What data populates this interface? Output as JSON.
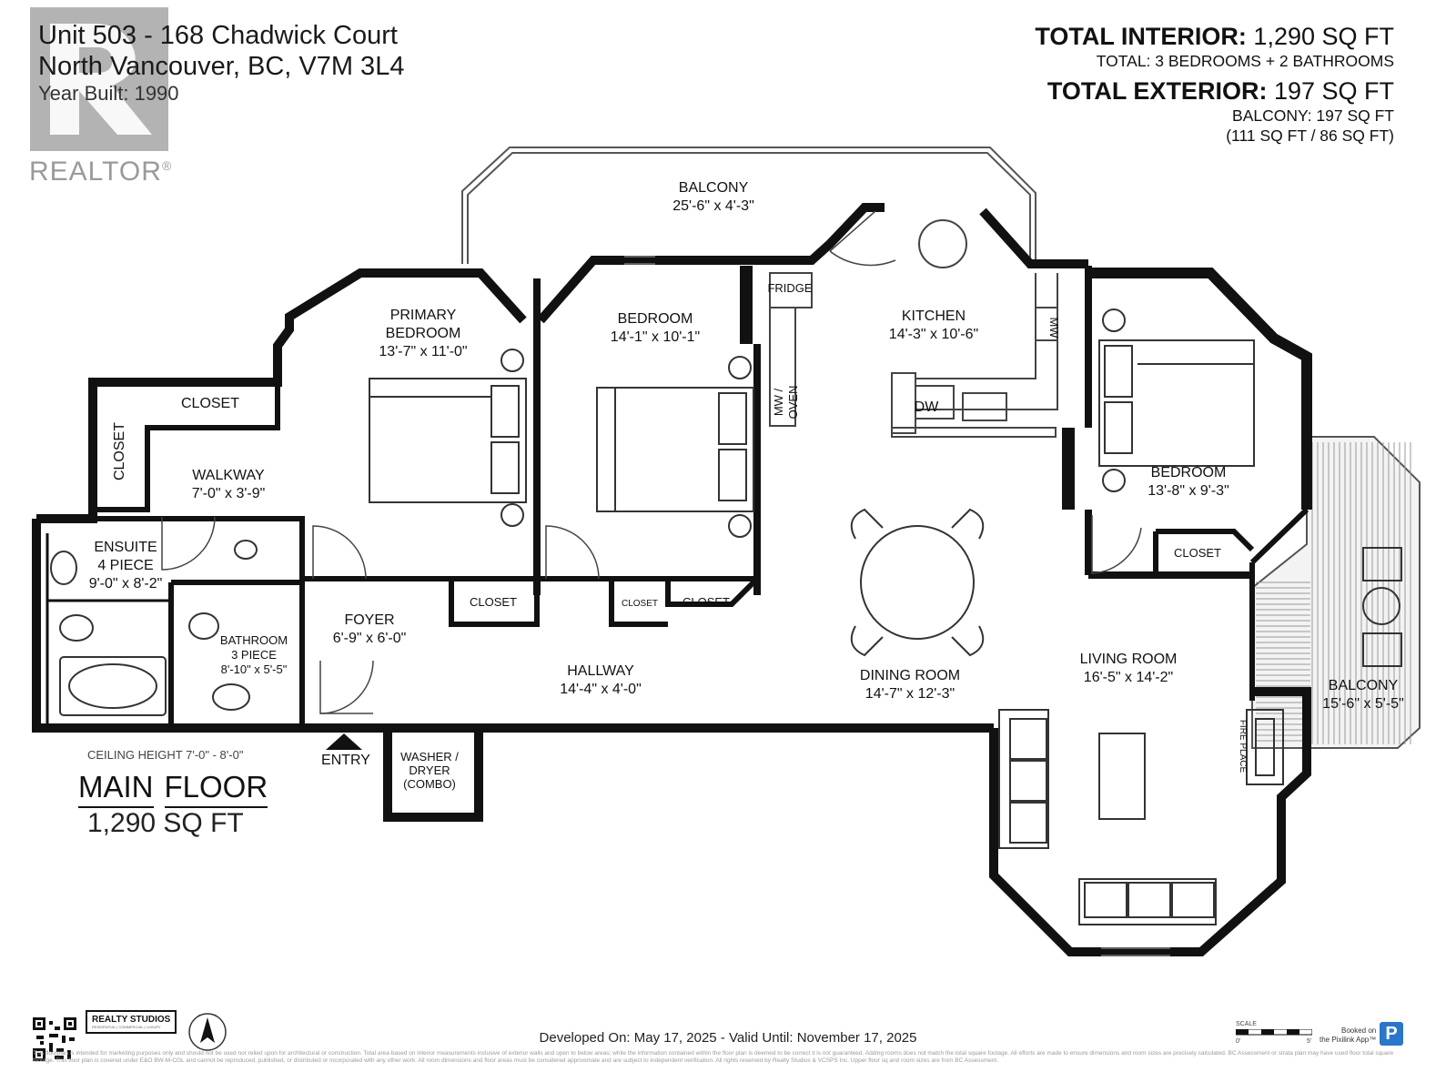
{
  "header": {
    "address_line1": "Unit 503 - 168 Chadwick Court",
    "address_line2": "North Vancouver, BC, V7M 3L4",
    "year_built": "Year Built: 1990",
    "total_interior_label": "TOTAL INTERIOR:",
    "total_interior_value": "1,290 SQ FT",
    "total_rooms": "TOTAL: 3 BEDROOMS  + 2 BATHROOMS",
    "total_exterior_label": "TOTAL EXTERIOR:",
    "total_exterior_value": "197 SQ FT",
    "balcony_total": "BALCONY: 197 SQ FT",
    "balcony_split": "(111 SQ FT / 86 SQ FT)"
  },
  "brand": {
    "realtor": "REALTOR",
    "registered": "®"
  },
  "rooms": {
    "balcony_top": {
      "name": "BALCONY",
      "dims": "25'-6\" x 4'-3\""
    },
    "primary_bedroom": {
      "name1": "PRIMARY",
      "name2": "BEDROOM",
      "dims": "13'-7\" x 11'-0\""
    },
    "bedroom_mid": {
      "name": "BEDROOM",
      "dims": "14'-1\" x 10'-1\""
    },
    "kitchen": {
      "name": "KITCHEN",
      "dims": "14'-3\" x 10'-6\""
    },
    "bedroom_right": {
      "name": "BEDROOM",
      "dims": "13'-8\" x 9'-3\""
    },
    "closet_top": "CLOSET",
    "closet_side": "CLOSET",
    "walkway": {
      "name": "WALKWAY",
      "dims": "7'-0\" x 3'-9\""
    },
    "ensuite": {
      "name1": "ENSUITE",
      "name2": "4 PIECE",
      "dims": "9'-0\" x 8'-2\""
    },
    "bathroom": {
      "name1": "BATHROOM",
      "name2": "3 PIECE",
      "dims": "8'-10\" x 5'-5\""
    },
    "foyer": {
      "name": "FOYER",
      "dims": "6'-9\" x 6'-0\""
    },
    "hallway": {
      "name": "HALLWAY",
      "dims": "14'-4\" x 4'-0\""
    },
    "dining": {
      "name": "DINING ROOM",
      "dims": "14'-7\" x 12'-3\""
    },
    "living": {
      "name": "LIVING ROOM",
      "dims": "16'-5\" x 14'-2\""
    },
    "balcony_right": {
      "name": "BALCONY",
      "dims": "15'-6\" x 5'-5\""
    },
    "closet_hall": "CLOSET",
    "closet_small": "CLOSET",
    "closet_mid": "CLOSET",
    "closet_bedroom_right": "CLOSET",
    "washer_dryer": {
      "line1": "WASHER /",
      "line2": "DRYER",
      "line3": "(COMBO)"
    },
    "entry": "ENTRY",
    "fridge": "FRIDGE",
    "mw_oven": {
      "line1": "MW /",
      "line2": "OVEN"
    },
    "dw": "DW",
    "mw": "MW",
    "fireplace": "FIRE PLACE"
  },
  "floor": {
    "ceiling": "CEILING HEIGHT 7'-0\" - 8'-0\"",
    "main": "MAIN",
    "floor_word": "FLOOR",
    "sqft": "1,290 SQ FT"
  },
  "footer": {
    "developed": "Developed On: May 17, 2025 - Valid Until: November 17, 2025",
    "disclaimer": "This floorplan is intended for marketing purposes only and should not be used nor relied upon for architectural or construction. Total area based on interior measurements inclusive of exterior walls and open to below areas; while the information contained within the floor plan is deemed to be correct it is not guaranteed. Adding rooms does not match the total square footage. All efforts are made to ensure dimensions and room sizes are precisely calculated. BC Assessment or strata plan may have used floor total square footage. This floor plan is covered under E&O BW-M-CGL and cannot be reproduced, published, or distributed or incorporated with any other work. All room dimensions and floor areas must be considered approximate and are subject to independent verification. All rights reserved by Realty Studios & VCSPS Inc. Upper floor sq and room sizes are from BC Assessment.",
    "realty_studios": "REALTY STUDIOS",
    "realty_tag": "RESIDENTIAL | COMMERCIAL | LUXURY",
    "scale": "SCALE",
    "scale_zero": "0'",
    "scale_five": "5'",
    "booked_line1": "Booked on",
    "booked_line2": "the Pixilink App™",
    "p_badge": "P"
  },
  "colors": {
    "wall": "#111111",
    "logo_gray": "#9a9a9a",
    "badge_blue": "#2a77c9"
  }
}
